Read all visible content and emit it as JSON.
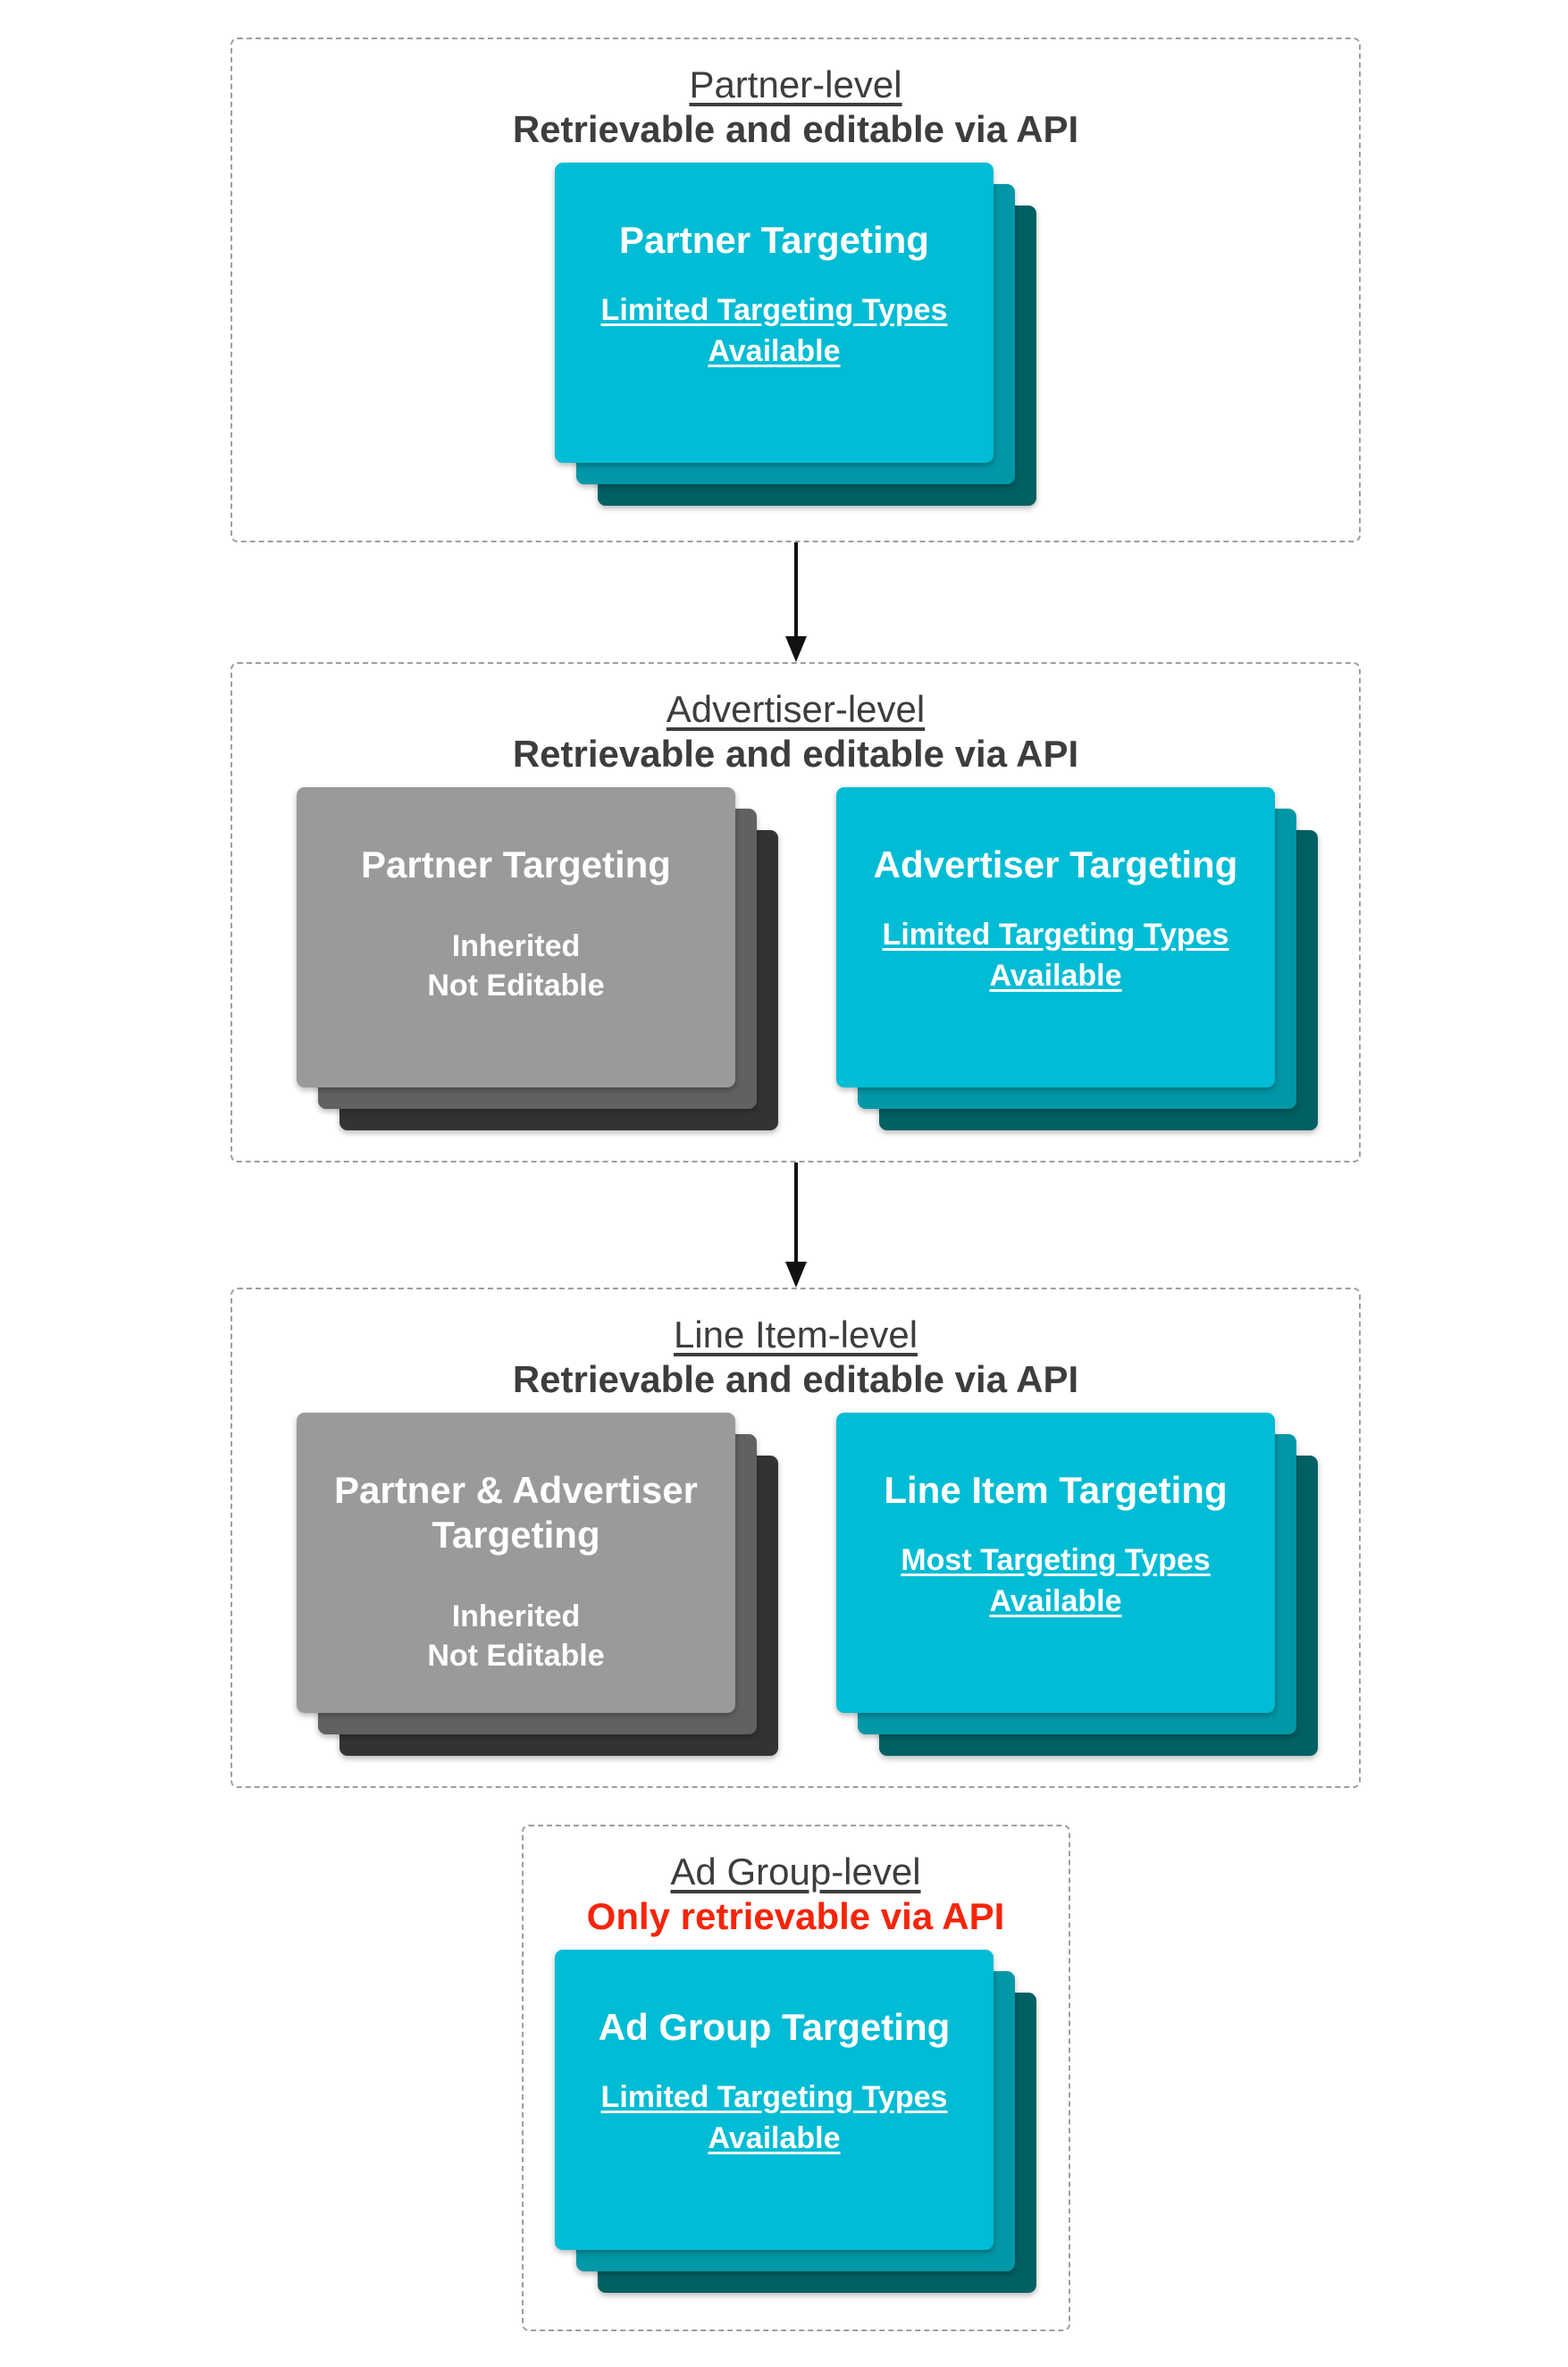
{
  "colors": {
    "teal_card": "#00bcd4",
    "teal_shadow_mid": "#0097a7",
    "teal_shadow_dark": "#006064",
    "gray_card": "#9a9a9a",
    "gray_shadow_mid": "#616161",
    "gray_shadow_dark": "#333333",
    "heading_text": "#3d3d3d",
    "red_text": "#f4250b",
    "card_text": "#ffffff",
    "dashed_border": "#9e9e9e",
    "arrow": "#111111"
  },
  "sections": [
    {
      "id": "partner-level",
      "title": "Partner-level",
      "subtitle": "Retrievable and editable via API",
      "cards": [
        {
          "variant": "teal",
          "title_lines": [
            "Partner Targeting"
          ],
          "body_lines": [
            "Limited Targeting Types",
            "Available"
          ],
          "body_underline": true
        }
      ]
    },
    {
      "id": "advertiser-level",
      "title": "Advertiser-level",
      "subtitle": "Retrievable and editable via API",
      "cards": [
        {
          "variant": "gray",
          "title_lines": [
            "Partner Targeting"
          ],
          "body_lines": [
            "Inherited",
            "Not Editable"
          ],
          "body_underline": false
        },
        {
          "variant": "teal",
          "title_lines": [
            "Advertiser Targeting"
          ],
          "body_lines": [
            "Limited Targeting Types",
            "Available"
          ],
          "body_underline": true
        }
      ]
    },
    {
      "id": "line-item-level",
      "title": "Line Item-level",
      "subtitle": "Retrievable and editable via API",
      "cards": [
        {
          "variant": "gray",
          "title_lines": [
            "Partner & Advertiser",
            "Targeting"
          ],
          "body_lines": [
            "Inherited",
            "Not Editable"
          ],
          "body_underline": false
        },
        {
          "variant": "teal",
          "title_lines": [
            "Line Item Targeting"
          ],
          "body_lines": [
            "Most Targeting Types",
            "Available"
          ],
          "body_underline": true
        }
      ]
    },
    {
      "id": "ad-group-level",
      "title": "Ad Group-level",
      "subtitle": "Only retrievable via API",
      "cards": [
        {
          "variant": "teal",
          "title_lines": [
            "Ad Group Targeting"
          ],
          "body_lines": [
            "Limited Targeting Types",
            "Available"
          ],
          "body_underline": true
        }
      ]
    }
  ]
}
